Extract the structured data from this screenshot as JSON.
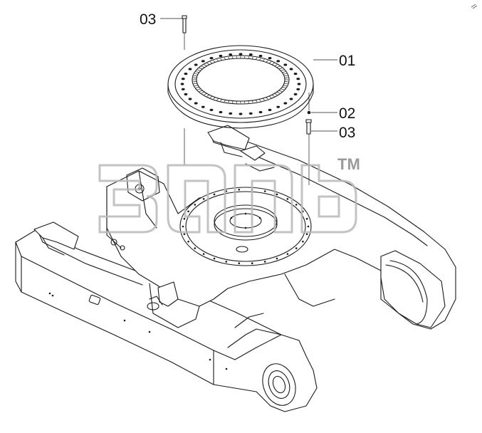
{
  "callouts": {
    "top_bolt": "03",
    "slewing_ring": "01",
    "washer": "02",
    "bolt": "03"
  },
  "watermark": {
    "trademark": "TM"
  },
  "colors": {
    "line": "#1a1a1a",
    "watermark": "#b8b8b8",
    "background": "#ffffff"
  }
}
